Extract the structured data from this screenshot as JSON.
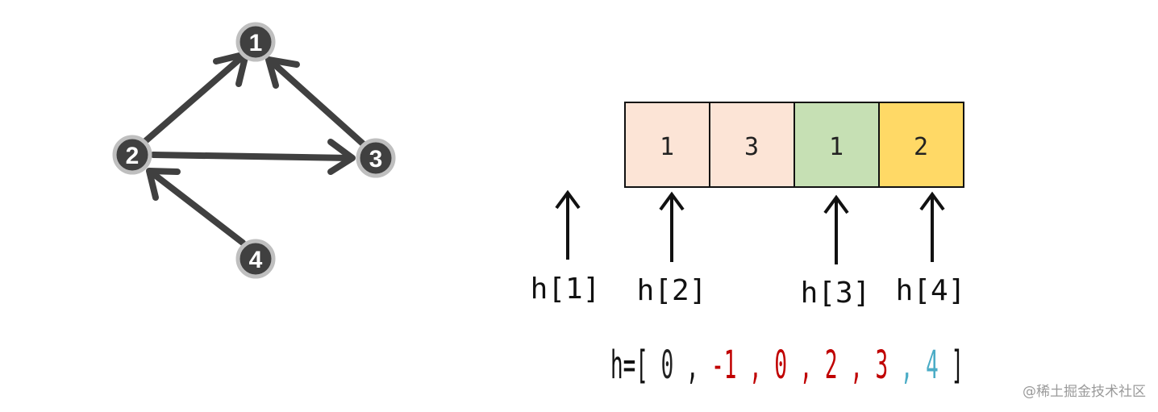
{
  "graph": {
    "nodes": [
      {
        "id": "1",
        "label": "1"
      },
      {
        "id": "2",
        "label": "2"
      },
      {
        "id": "3",
        "label": "3"
      },
      {
        "id": "4",
        "label": "4"
      }
    ],
    "edges": [
      {
        "from": "2",
        "to": "1"
      },
      {
        "from": "3",
        "to": "1"
      },
      {
        "from": "2",
        "to": "3"
      },
      {
        "from": "4",
        "to": "2"
      }
    ]
  },
  "edge_array": {
    "cells": [
      {
        "value": "1",
        "color": "#fce4d6"
      },
      {
        "value": "3",
        "color": "#fce4d6"
      },
      {
        "value": "1",
        "color": "#c6e0b4"
      },
      {
        "value": "2",
        "color": "#ffd966"
      }
    ]
  },
  "heads": {
    "labels": [
      "h[1]",
      "h[2]",
      "h[3]",
      "h[4]"
    ]
  },
  "h_array": {
    "prefix": "h=[",
    "values": [
      "0",
      "-1",
      "0",
      "2",
      "3",
      "4"
    ],
    "value_colors": [
      "#222222",
      "#c00000",
      "#c00000",
      "#c00000",
      "#c00000",
      "#4bacc6"
    ],
    "separator": ",",
    "suffix": "]"
  },
  "colors": {
    "node_fill": "#404040",
    "node_ring": "#bfbfbf",
    "edge": "#404040",
    "cell_border": "#111111",
    "arrow": "#111111"
  },
  "watermark": "@稀土掘金技术社区"
}
